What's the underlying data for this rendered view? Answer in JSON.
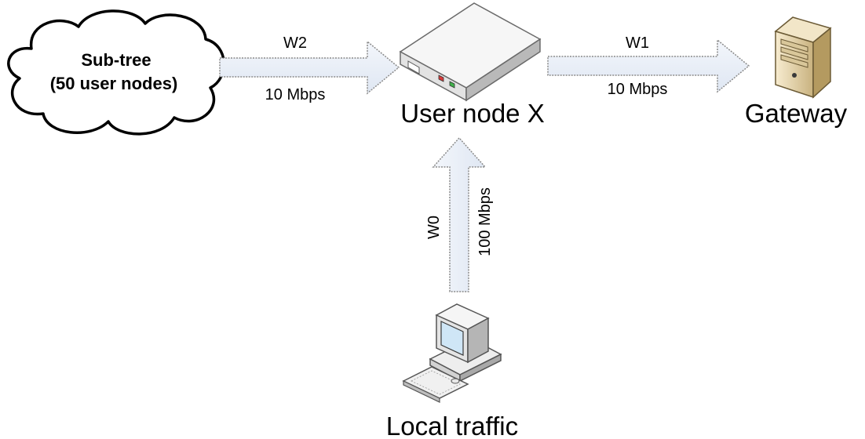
{
  "cloud": {
    "line1": "Sub-tree",
    "line2": "(50 user nodes)"
  },
  "user_node": {
    "label": "User node X",
    "icon": "router-box-icon"
  },
  "gateway": {
    "label": "Gateway",
    "icon": "server-tower-icon"
  },
  "local": {
    "label": "Local traffic",
    "icon": "desktop-computer-icon"
  },
  "links": {
    "w2": {
      "name": "W2",
      "bandwidth": "10 Mbps"
    },
    "w1": {
      "name": "W1",
      "bandwidth": "10 Mbps"
    },
    "w0": {
      "name": "W0",
      "bandwidth": "100 Mbps"
    }
  },
  "colors": {
    "arrow_fill": "#e6edf7",
    "arrow_stroke": "#8a8a8a",
    "device_light": "#f4f4f4",
    "device_mid": "#d6d6d6",
    "device_dark": "#a8a8a8",
    "server_tan": "#e8d9b5",
    "screen_blue": "#c9e4f5"
  }
}
